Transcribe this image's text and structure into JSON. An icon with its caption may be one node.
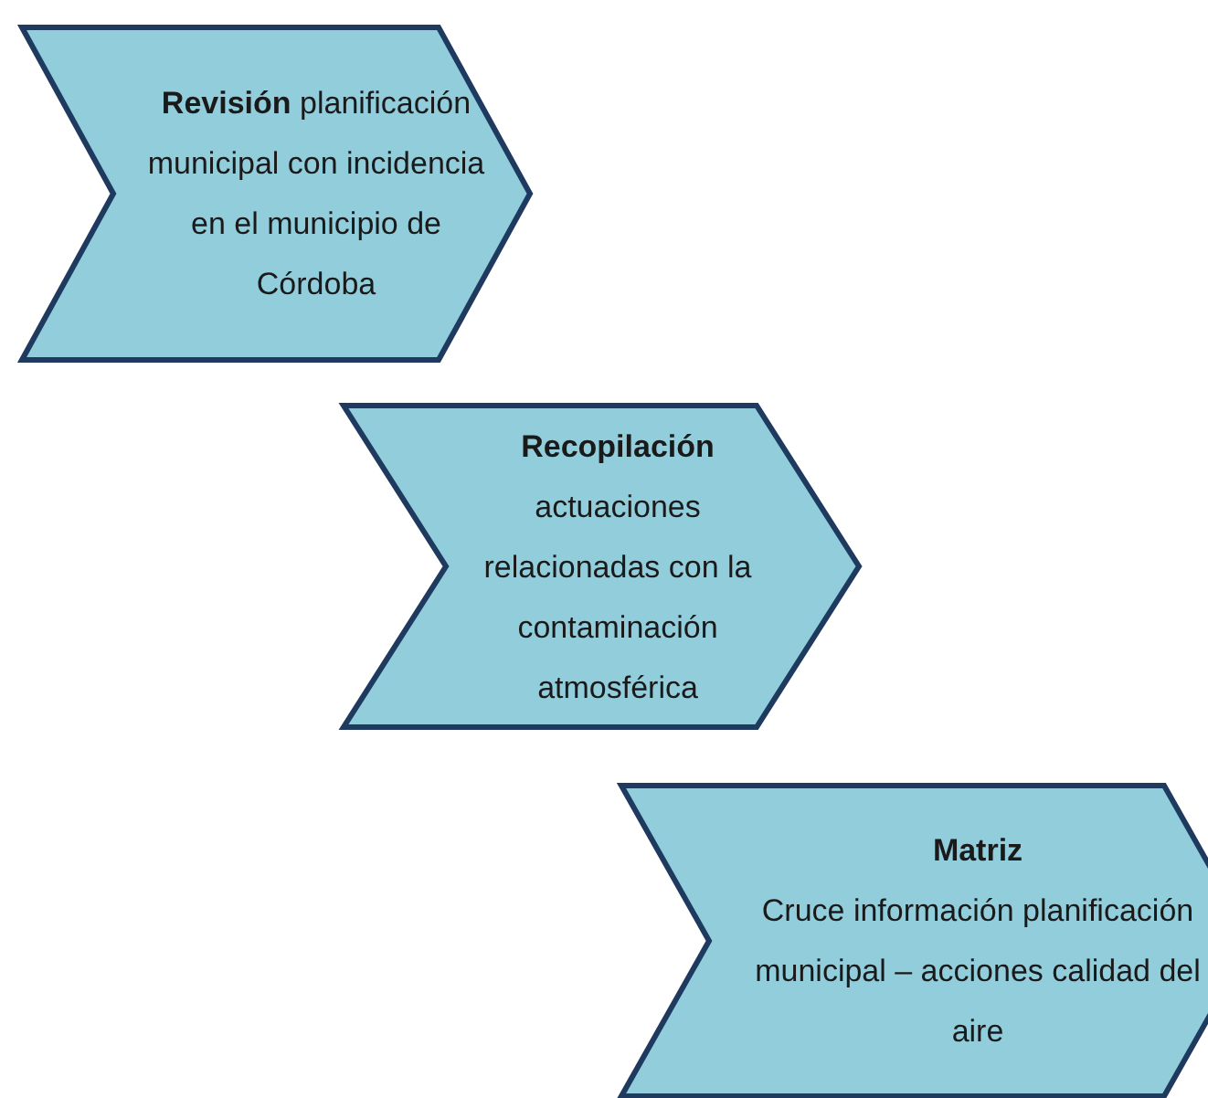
{
  "diagram": {
    "nodes": [
      {
        "text": [
          "**Revisión** planificación municipal con incidencia en el municipio de Córdoba"
        ]
      },
      {
        "text": [
          "Recopilación",
          "actuaciones relacionadas con la contaminación atmosférica"
        ]
      },
      {
        "text": [
          "Matriz",
          "Cruce información planificación municipal – acciones calidad del aire"
        ]
      }
    ]
  }
}
